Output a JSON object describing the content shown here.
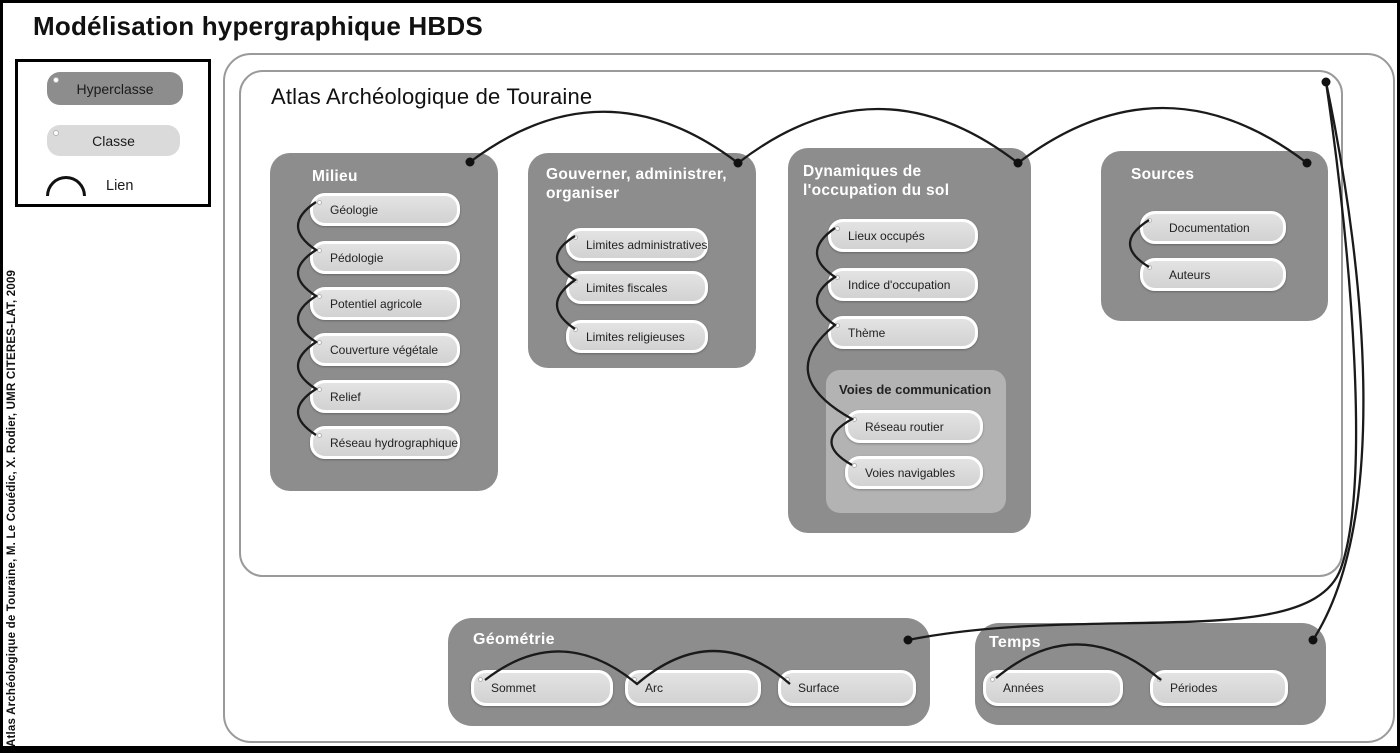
{
  "page_title": "Modélisation hypergraphique HBDS",
  "attribution": "Atlas Archéologique de Touraine, M. Le Couédic, X. Rodier, UMR CITERES-LAT, 2009",
  "legend": {
    "hyperclass_label": "Hyperclasse",
    "class_label": "Classe",
    "link_label": "Lien"
  },
  "container_title": "Atlas Archéologique de Touraine",
  "boxes": {
    "milieu": {
      "title": "Milieu",
      "items": [
        "Géologie",
        "Pédologie",
        "Potentiel agricole",
        "Couverture végétale",
        "Relief",
        "Réseau hydrographique"
      ]
    },
    "gouverner": {
      "title": "Gouverner, administrer, organiser",
      "items": [
        "Limites administratives",
        "Limites fiscales",
        "Limites religieuses"
      ]
    },
    "dynamiques": {
      "title": "Dynamiques de l'occupation du sol",
      "items": [
        "Lieux occupés",
        "Indice d'occupation",
        "Thème"
      ],
      "subbox": {
        "title": "Voies de communication",
        "items": [
          "Réseau routier",
          "Voies navigables"
        ]
      }
    },
    "sources": {
      "title": "Sources",
      "items": [
        "Documentation",
        "Auteurs"
      ]
    },
    "geometrie": {
      "title": "Géométrie",
      "items": [
        "Sommet",
        "Arc",
        "Surface"
      ]
    },
    "temps": {
      "title": "Temps",
      "items": [
        "Années",
        "Périodes"
      ]
    }
  },
  "colors": {
    "hyperclass": "#8d8d8d",
    "class": "#d9d9d9",
    "subgroup": "#b3b3b3",
    "container_border": "#9a9a9a",
    "link": "#1a1a1a"
  }
}
